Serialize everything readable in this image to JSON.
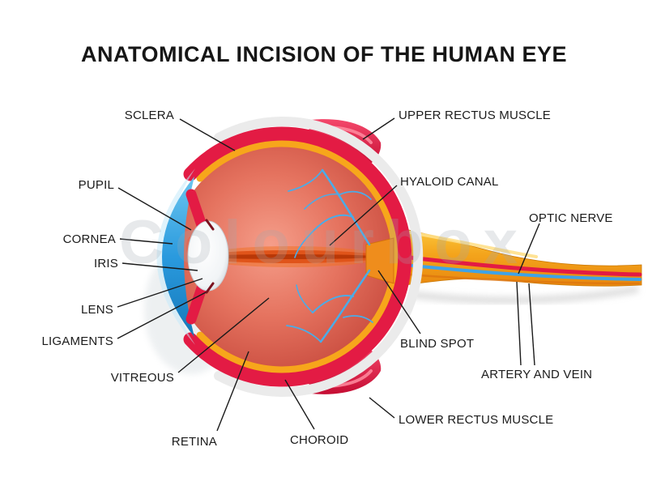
{
  "title": "ANATOMICAL INCISION OF THE HUMAN EYE",
  "watermark": "Colourbox",
  "labels": {
    "sclera": "SCLERA",
    "upper_rectus": "UPPER RECTUS MUSCLE",
    "pupil": "PUPIL",
    "hyaloid_canal": "HYALOID CANAL",
    "cornea": "CORNEA",
    "optic_nerve": "OPTIC NERVE",
    "iris": "IRIS",
    "lens": "LENS",
    "ligaments": "LIGAMENTS",
    "blind_spot": "BLIND SPOT",
    "vitreous": "VITREOUS",
    "artery_vein": "ARTERY AND VEIN",
    "lower_rectus": "LOWER RECTUS MUSCLE",
    "retina": "RETINA",
    "choroid": "CHOROID"
  },
  "colors": {
    "sclera_gray": "#ebebeb",
    "choroid_red": "#e31b44",
    "retina_orange": "#f7a61b",
    "vitreous_pink": "#e5735f",
    "cornea_blue": "#2a9ade",
    "nerve_yellow": "#f4a51c",
    "vessel_blue": "#4aace8",
    "leader_line": "#1a1a1a"
  }
}
